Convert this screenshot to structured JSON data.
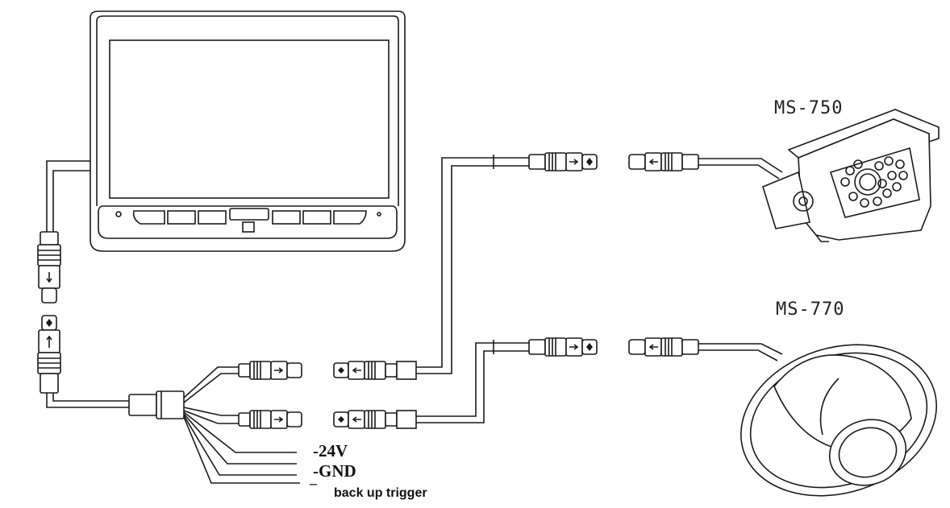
{
  "labels": {
    "camera_box_model": "MS-750",
    "camera_dome_model": "MS-770",
    "power_positive": "-24V",
    "ground": "-GND",
    "trigger": "back up trigger"
  },
  "colors": {
    "line": "#1a1a1a",
    "background": "#ffffff"
  },
  "icons": {
    "monitor": "monitor-icon",
    "box_camera": "box-camera-icon",
    "dome_camera": "dome-camera-icon",
    "connector": "connector-icon"
  }
}
